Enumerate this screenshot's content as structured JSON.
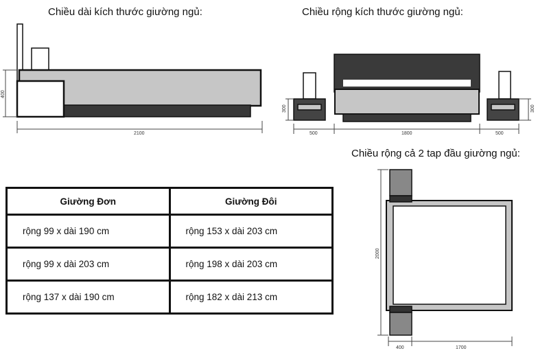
{
  "captions": {
    "length": "Chiều dài kích thước giường ngủ:",
    "width": "Chiều rộng kích thước giường ngủ:",
    "both": "Chiều rộng cả 2 tap đầu giường ngủ:"
  },
  "dimensions": {
    "side_height": "400",
    "side_length": "2100",
    "front_nightstand_height_left": "300",
    "front_nightstand_height_right": "300",
    "front_nightstand_width_left": "500",
    "front_bed_width": "1800",
    "front_nightstand_width_right": "500",
    "top_height": "2000",
    "top_headboard_depth": "400",
    "top_width": "1700"
  },
  "table": {
    "headers": [
      "Giường Đơn",
      "Giường Đôi"
    ],
    "rows": [
      [
        "rộng 99 x dài 190 cm",
        "rộng 153 x dài 203 cm"
      ],
      [
        "rộng 99 x dài 203 cm",
        "rộng 198 x dài 203 cm"
      ],
      [
        "rộng 137 x dài 190 cm",
        "rộng 182 x dài 213 cm"
      ]
    ]
  }
}
